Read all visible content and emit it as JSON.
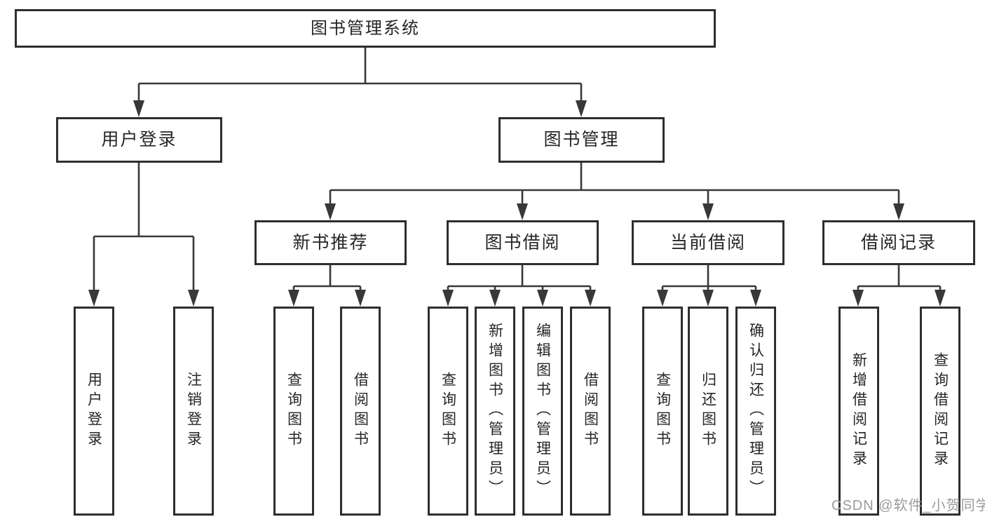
{
  "diagram": {
    "title": "图书管理系统",
    "branches": [
      {
        "label": "用户登录",
        "children": [
          "用户登录",
          "注销登录"
        ]
      },
      {
        "label": "图书管理",
        "children": [
          {
            "label": "新书推荐",
            "children": [
              "查询图书",
              "借阅图书"
            ]
          },
          {
            "label": "图书借阅",
            "children": [
              "查询图书",
              "新增图书（管理员）",
              "编辑图书（管理员）",
              "借阅图书"
            ]
          },
          {
            "label": "当前借阅",
            "children": [
              "查询图书",
              "归还图书",
              "确认归还（管理员）"
            ]
          },
          {
            "label": "借阅记录",
            "children": [
              "新增借阅记录",
              "查询借阅记录"
            ]
          }
        ]
      }
    ]
  },
  "watermark": {
    "text": "CSDN @软件_小贺同学"
  },
  "colors": {
    "line": "#383838",
    "box_border": "#2e2e2e",
    "text": "#262626",
    "background": "#ffffff"
  }
}
